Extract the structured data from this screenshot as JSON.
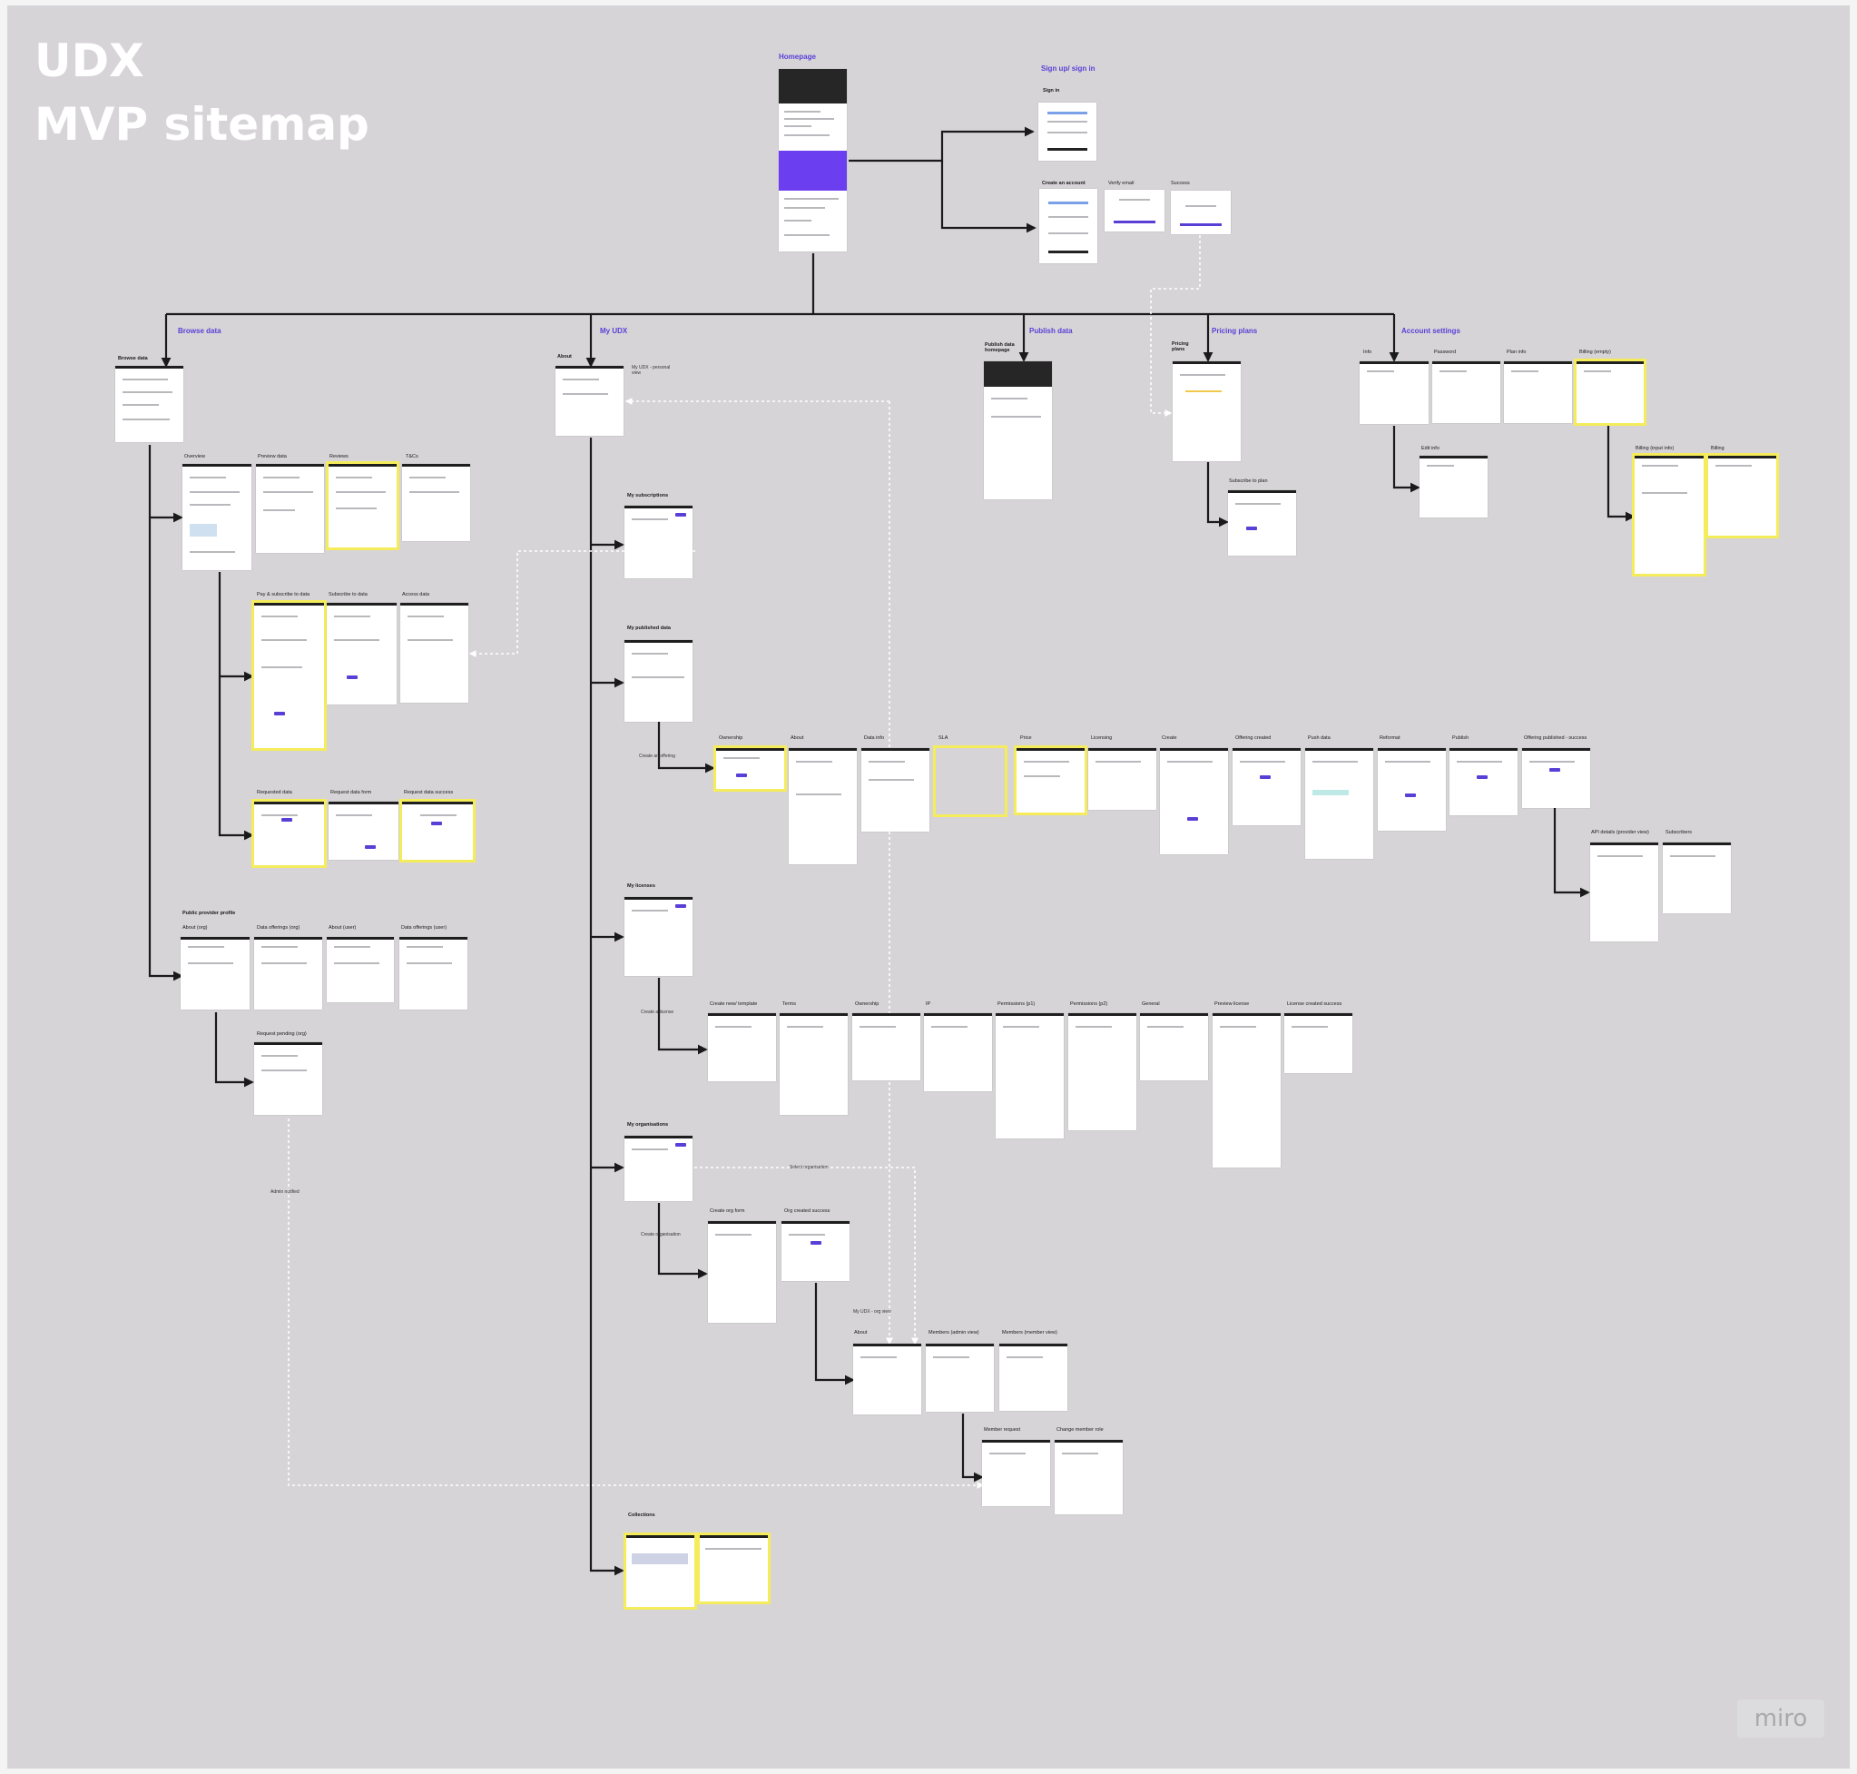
{
  "title": {
    "line1": "UDX",
    "line2": "MVP sitemap"
  },
  "sections": {
    "homepage": "Homepage",
    "signup": "Sign up/ sign in",
    "browse": "Browse data",
    "myudx": "My UDX",
    "publish": "Publish data",
    "pricing": "Pricing plans",
    "account": "Account settings"
  },
  "labels": {
    "sign_in": "Sign in",
    "create_account": "Create an account",
    "verify_email": "Verify email",
    "success": "Success",
    "browse_data": "Browse data",
    "about": "About",
    "my_udx_personal": "My UDX - personal view",
    "publish_data_homepage": "Publish data homepage",
    "pricing_plans_page": "Pricing plans",
    "info": "Info",
    "password": "Password",
    "plan_info": "Plan info",
    "billing_empty": "Billing (empty)",
    "edit_info": "Edit info",
    "subscribe_to_plan": "Subscribe to plan",
    "billing_input_info": "Billing (input info)",
    "billing": "Billing",
    "overview": "Overview",
    "preview_data": "Preview data",
    "reviews": "Reviews",
    "tcs": "T&Cs",
    "pay_subscribe": "Pay & subscribe to data",
    "subscribe_to_data": "Subscribe to data",
    "access_data": "Access data",
    "requested_data": "Requested data",
    "request_data_form": "Request data form",
    "request_data_success": "Request data success",
    "public_provider_profile": "Public provider profile",
    "about_org": "About (org)",
    "data_offerings_org": "Data offerings (org)",
    "about_user": "About (user)",
    "data_offerings_user": "Data offerings (user)",
    "request_pending_org": "Request pending (org)",
    "admin_notified": "Admin notified",
    "my_subscriptions": "My subscriptions",
    "my_published_data": "My published data",
    "create_an_offering": "Create an offering",
    "ownership": "Ownership",
    "about_step": "About",
    "data_info": "Data info",
    "sla": "SLA",
    "price": "Price",
    "licensing": "Licensing",
    "create": "Create",
    "offering_created": "Offering created",
    "push_data": "Push data",
    "reformat": "Reformat",
    "publish": "Publish",
    "offering_published_success": "Offering published - success",
    "api_details": "API details (provider view)",
    "subscribers": "Subscribers",
    "my_licenses": "My licenses",
    "create_a_license": "Create a license",
    "create_new_template": "Create new/ template",
    "terms": "Terms",
    "ownership_lic": "Ownership",
    "ip": "IP",
    "permissions_p1": "Permissions (p1)",
    "permissions_p2": "Permissions (p2)",
    "general": "General",
    "preview_license": "Preview license",
    "license_created_success": "License created success",
    "my_organisations": "My organisations",
    "select_organisation": "Select organisation",
    "create_organisation": "Create organisation",
    "create_org_form": "Create org form",
    "org_created_success": "Org created success",
    "my_udx_org_view": "My UDX - org view",
    "about_org_view": "About",
    "members_admin": "Members (admin view)",
    "members_member": "Members (member view)",
    "member_request": "Member request",
    "change_member_role": "Change member role",
    "collections": "Collections"
  },
  "colors": {
    "canvas": "#d6d4d7",
    "section_heading": "#5a3fd6",
    "highlight": "#f5ec5b",
    "connector": "#1a1a1a",
    "dashed": "#ffffff"
  },
  "watermark": "miro"
}
